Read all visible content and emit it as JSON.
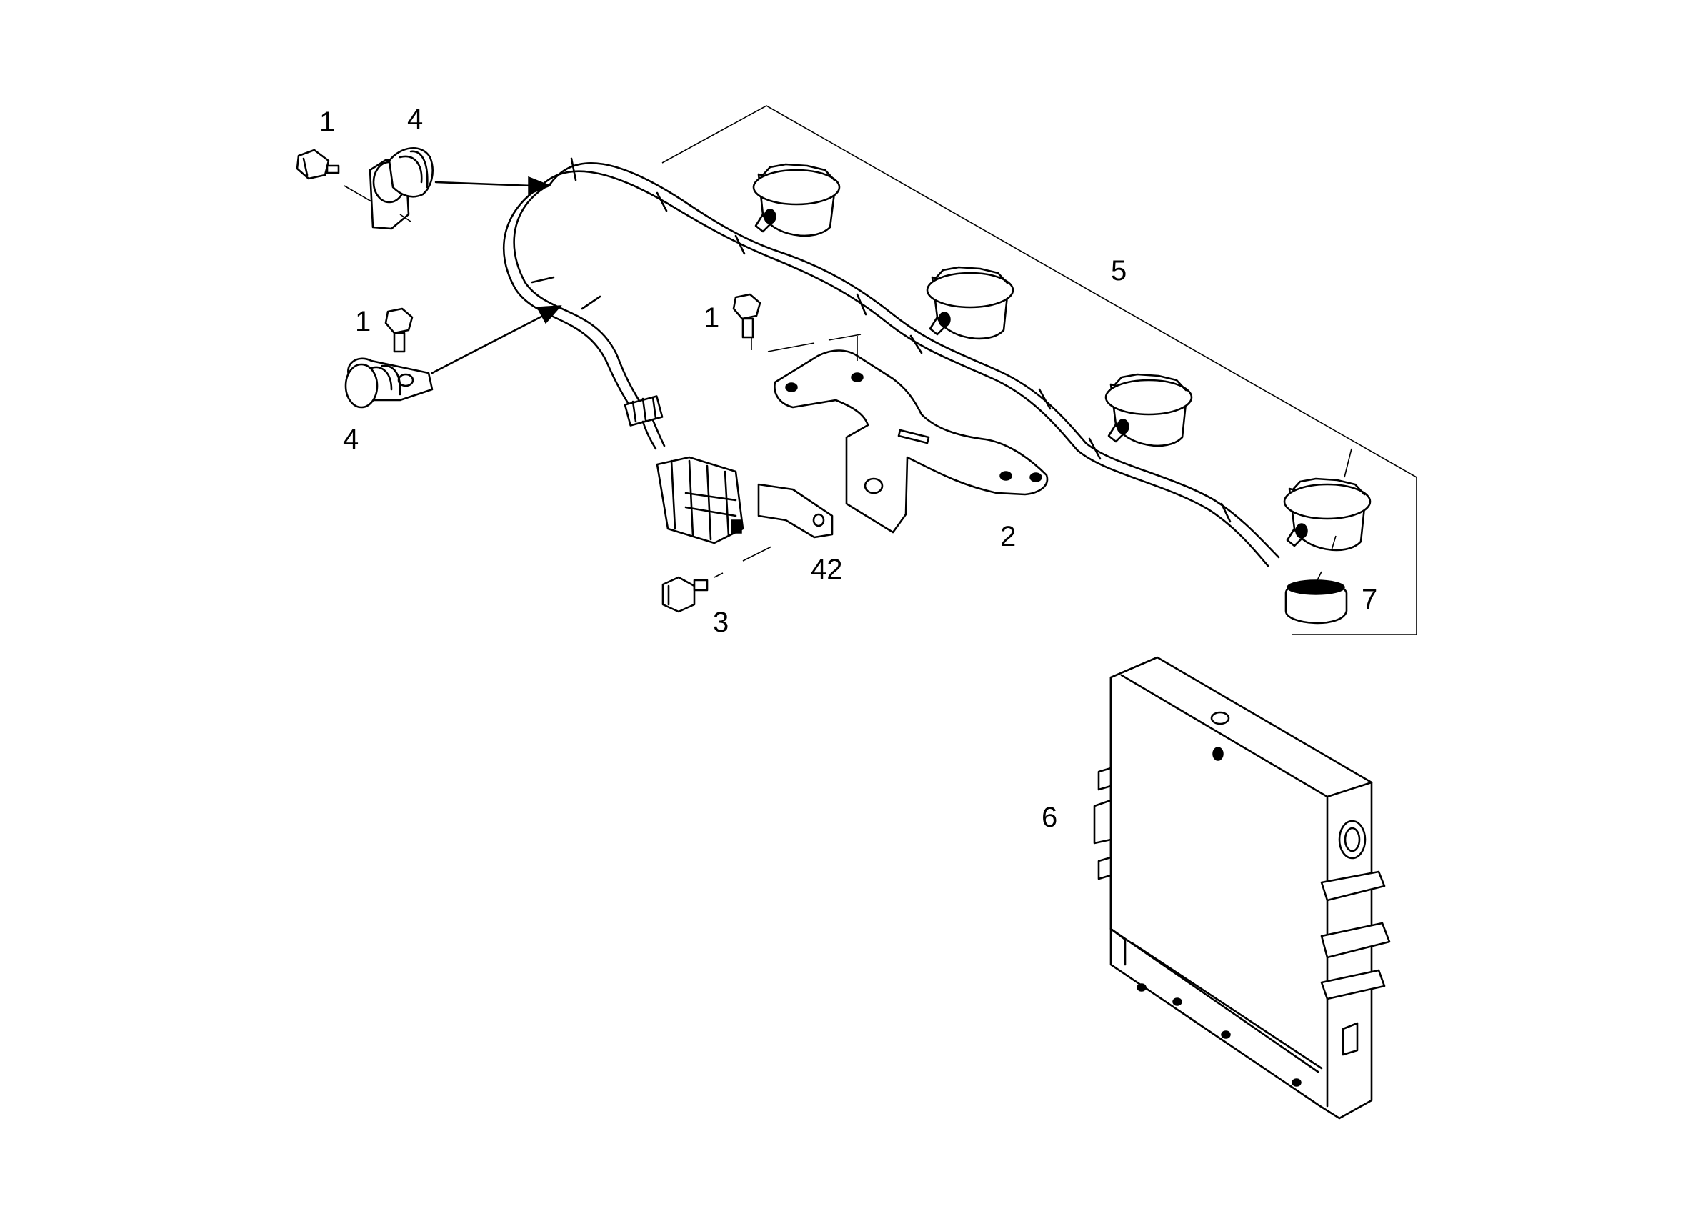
{
  "diagram": {
    "callouts": {
      "c1a": "1",
      "c4a": "4",
      "c1b": "1",
      "c4b": "4",
      "c1c": "1",
      "c5": "5",
      "c2": "2",
      "c42": "42",
      "c3": "3",
      "c7": "7",
      "c6": "6"
    }
  }
}
